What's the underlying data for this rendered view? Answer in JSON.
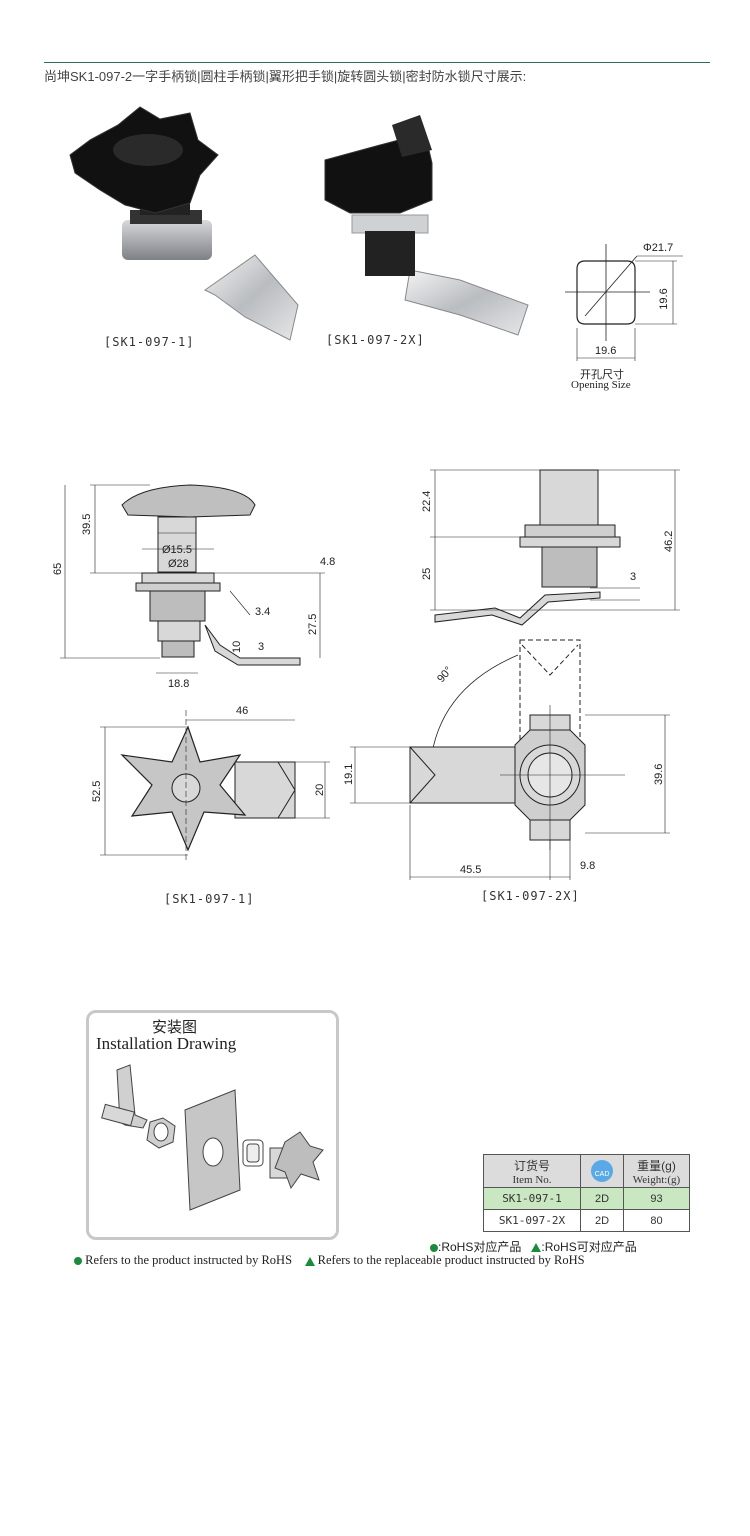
{
  "header": {
    "title": "尚坤SK1-097-2一字手柄锁|圆柱手柄锁|翼形把手锁|旋转圆头锁|密封防水锁尺寸展示:"
  },
  "photos": {
    "left_caption": "[SK1-097-1]",
    "right_caption": "[SK1-097-2X]"
  },
  "opening": {
    "diameter": "Φ21.7",
    "height": "19.6",
    "width": "19.6",
    "label_cn": "开孔尺寸",
    "label_en": "Opening Size"
  },
  "drawing_left": {
    "d39_5": "39.5",
    "d65": "65",
    "d15_5": "Ø15.5",
    "d28": "Ø28",
    "d4_8": "4.8",
    "d3_4": "3.4",
    "d27_5": "27.5",
    "d10": "10",
    "d3": "3",
    "d18_8": "18.8",
    "d46": "46",
    "d52_5": "52.5",
    "d20": "20",
    "caption": "[SK1-097-1]"
  },
  "drawing_right": {
    "d22_4": "22.4",
    "d46_2": "46.2",
    "d25": "25",
    "d3": "3",
    "d90": "90°",
    "d19_1": "19.1",
    "d39_6": "39.6",
    "d45_5": "45.5",
    "d9_8": "9.8",
    "caption": "[SK1-097-2X]"
  },
  "installation": {
    "title_cn": "安装图",
    "title_en": "Installation Drawing"
  },
  "spec_table": {
    "header_item_cn": "订货号",
    "header_item_en": "Item No.",
    "header_cad": "CAD",
    "header_weight_cn": "重量(g)",
    "header_weight_en": "Weight:(g)",
    "rows": [
      {
        "item": "SK1-097-1",
        "cad": "2D",
        "weight": "93"
      },
      {
        "item": "SK1-097-2X",
        "cad": "2D",
        "weight": "80"
      }
    ],
    "row_highlight_color": "#c9e8c2"
  },
  "legend": {
    "rohs_cn": ":RoHS对应产品",
    "rohs_replace_cn": ":RoHS可对应产品",
    "rohs_en": "Refers to the product instructed by RoHS",
    "rohs_replace_en": "Refers to the replaceable product instructed by RoHS",
    "color": "#1a8c3c"
  }
}
